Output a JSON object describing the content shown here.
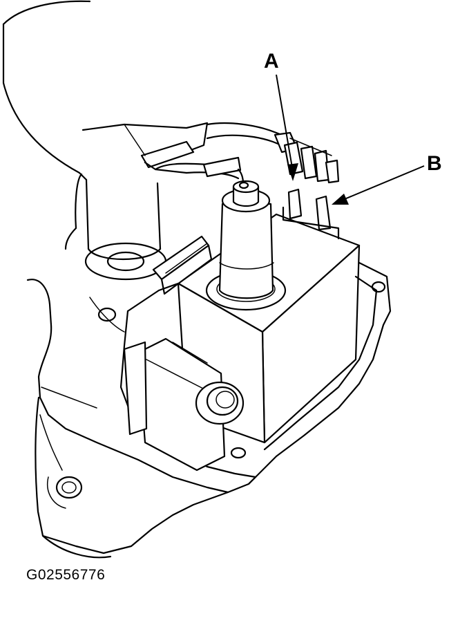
{
  "figure": {
    "callouts": {
      "a": "A",
      "b": "B"
    },
    "figure_id": "G02556776"
  }
}
